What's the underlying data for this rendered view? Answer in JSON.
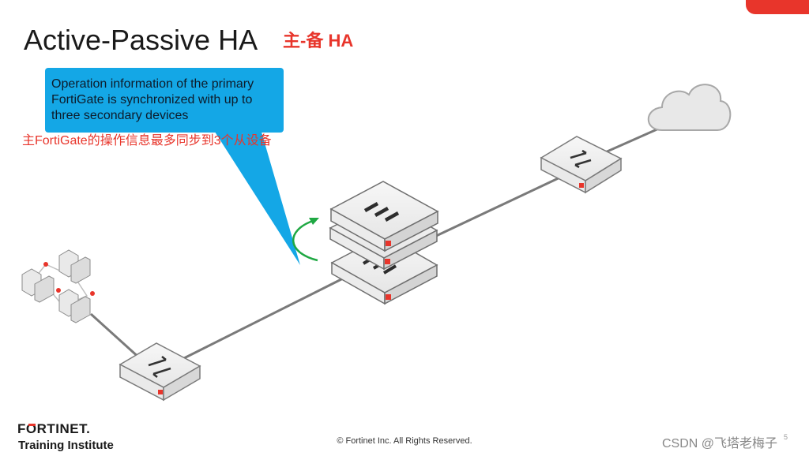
{
  "slide": {
    "title": "Active-Passive HA",
    "title_cn": "主-备 HA",
    "callout_text": "Operation information of the primary FortiGate is synchronized with up to three secondary devices",
    "callout_cn": "主FortiGate的操作信息最多同步到3个从设备"
  },
  "footer": {
    "logo_sub": "Training Institute",
    "copyright": "© Fortinet Inc. All Rights Reserved.",
    "watermark": "CSDN @飞塔老梅子",
    "page_number": "5"
  },
  "colors": {
    "accent_red": "#e8352b",
    "callout_blue": "#14a7e6",
    "sync_arrow_green": "#1fa843",
    "link_gray": "#7a7a7a"
  },
  "icons": [
    "cloud-icon",
    "switch-icon",
    "fortigate-icon",
    "sync-arrow-icon",
    "computer-icon",
    "fortinet-logo"
  ]
}
